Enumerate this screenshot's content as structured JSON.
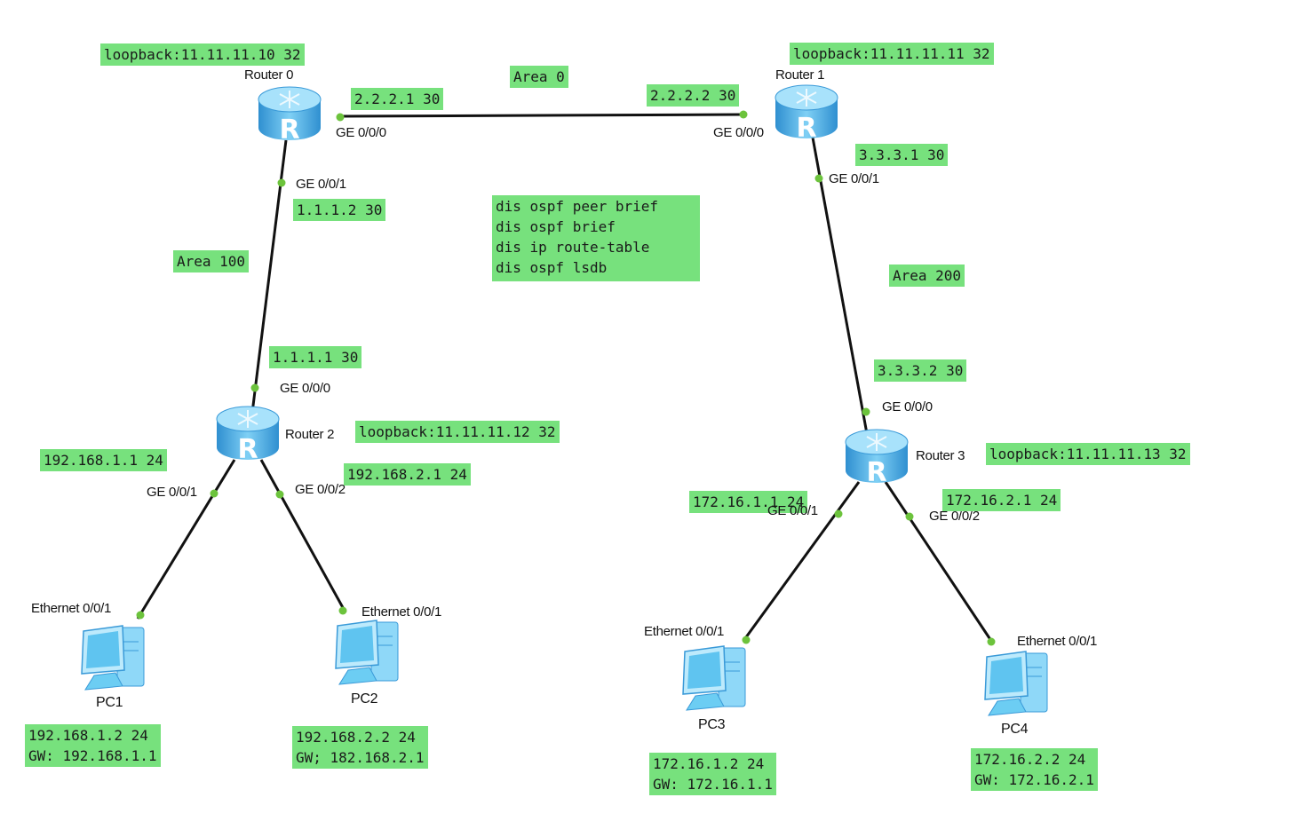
{
  "routers": {
    "r0": {
      "name": "Router 0"
    },
    "r1": {
      "name": "Router 1"
    },
    "r2": {
      "name": "Router 2"
    },
    "r3": {
      "name": "Router 3"
    }
  },
  "pcs": {
    "pc1": {
      "name": "PC1"
    },
    "pc2": {
      "name": "PC2"
    },
    "pc3": {
      "name": "PC3"
    },
    "pc4": {
      "name": "PC4"
    }
  },
  "ports": {
    "r0_ge000": "GE 0/0/0",
    "r0_ge001": "GE 0/0/1",
    "r1_ge000": "GE 0/0/0",
    "r1_ge001": "GE 0/0/1",
    "r2_ge000": "GE 0/0/0",
    "r2_ge001": "GE 0/0/1",
    "r2_ge002": "GE 0/0/2",
    "r3_ge000": "GE 0/0/0",
    "r3_ge001": "GE 0/0/1",
    "r3_ge002": "GE 0/0/2",
    "pc1_eth": "Ethernet 0/0/1",
    "pc2_eth": "Ethernet 0/0/1",
    "pc3_eth": "Ethernet 0/0/1",
    "pc4_eth": "Ethernet 0/0/1"
  },
  "notes": {
    "r0_loopback": "loopback:11.11.11.10 32",
    "r1_loopback": "loopback:11.11.11.11 32",
    "r2_loopback": "loopback:11.11.11.12 32",
    "r3_loopback": "loopback:11.11.11.13 32",
    "area0": "Area 0",
    "area100": "Area 100",
    "area200": "Area 200",
    "ip_r0_ge000": "2.2.2.1 30",
    "ip_r1_ge000": "2.2.2.2 30",
    "ip_r1_ge001": "3.3.3.1 30",
    "ip_r0_ge001": "1.1.1.2 30",
    "ip_r2_ge000": "1.1.1.1 30",
    "ip_r3_ge000": "3.3.3.2 30",
    "ip_r2_ge001": "192.168.1.1 24",
    "ip_r2_ge002": "192.168.2.1 24",
    "ip_r3_ge001": "172.16.1.1 24",
    "ip_r3_ge002": "172.16.2.1 24",
    "pc1_cfg": "192.168.1.2 24\nGW: 192.168.1.1",
    "pc2_cfg": "192.168.2.2 24\nGW; 182.168.2.1",
    "pc3_cfg": "172.16.1.2 24\nGW: 172.16.1.1",
    "pc4_cfg": "172.16.2.2 24\nGW: 172.16.2.1",
    "commands": "dis ospf peer brief\ndis ospf brief\ndis ip route-table\ndis ospf lsdb"
  },
  "colors": {
    "note_bg": "#77e17d",
    "port_dot": "#6cc33c",
    "link": "#111111",
    "router_body": "#4fb3ea",
    "pc_body": "#5fc4f0"
  }
}
